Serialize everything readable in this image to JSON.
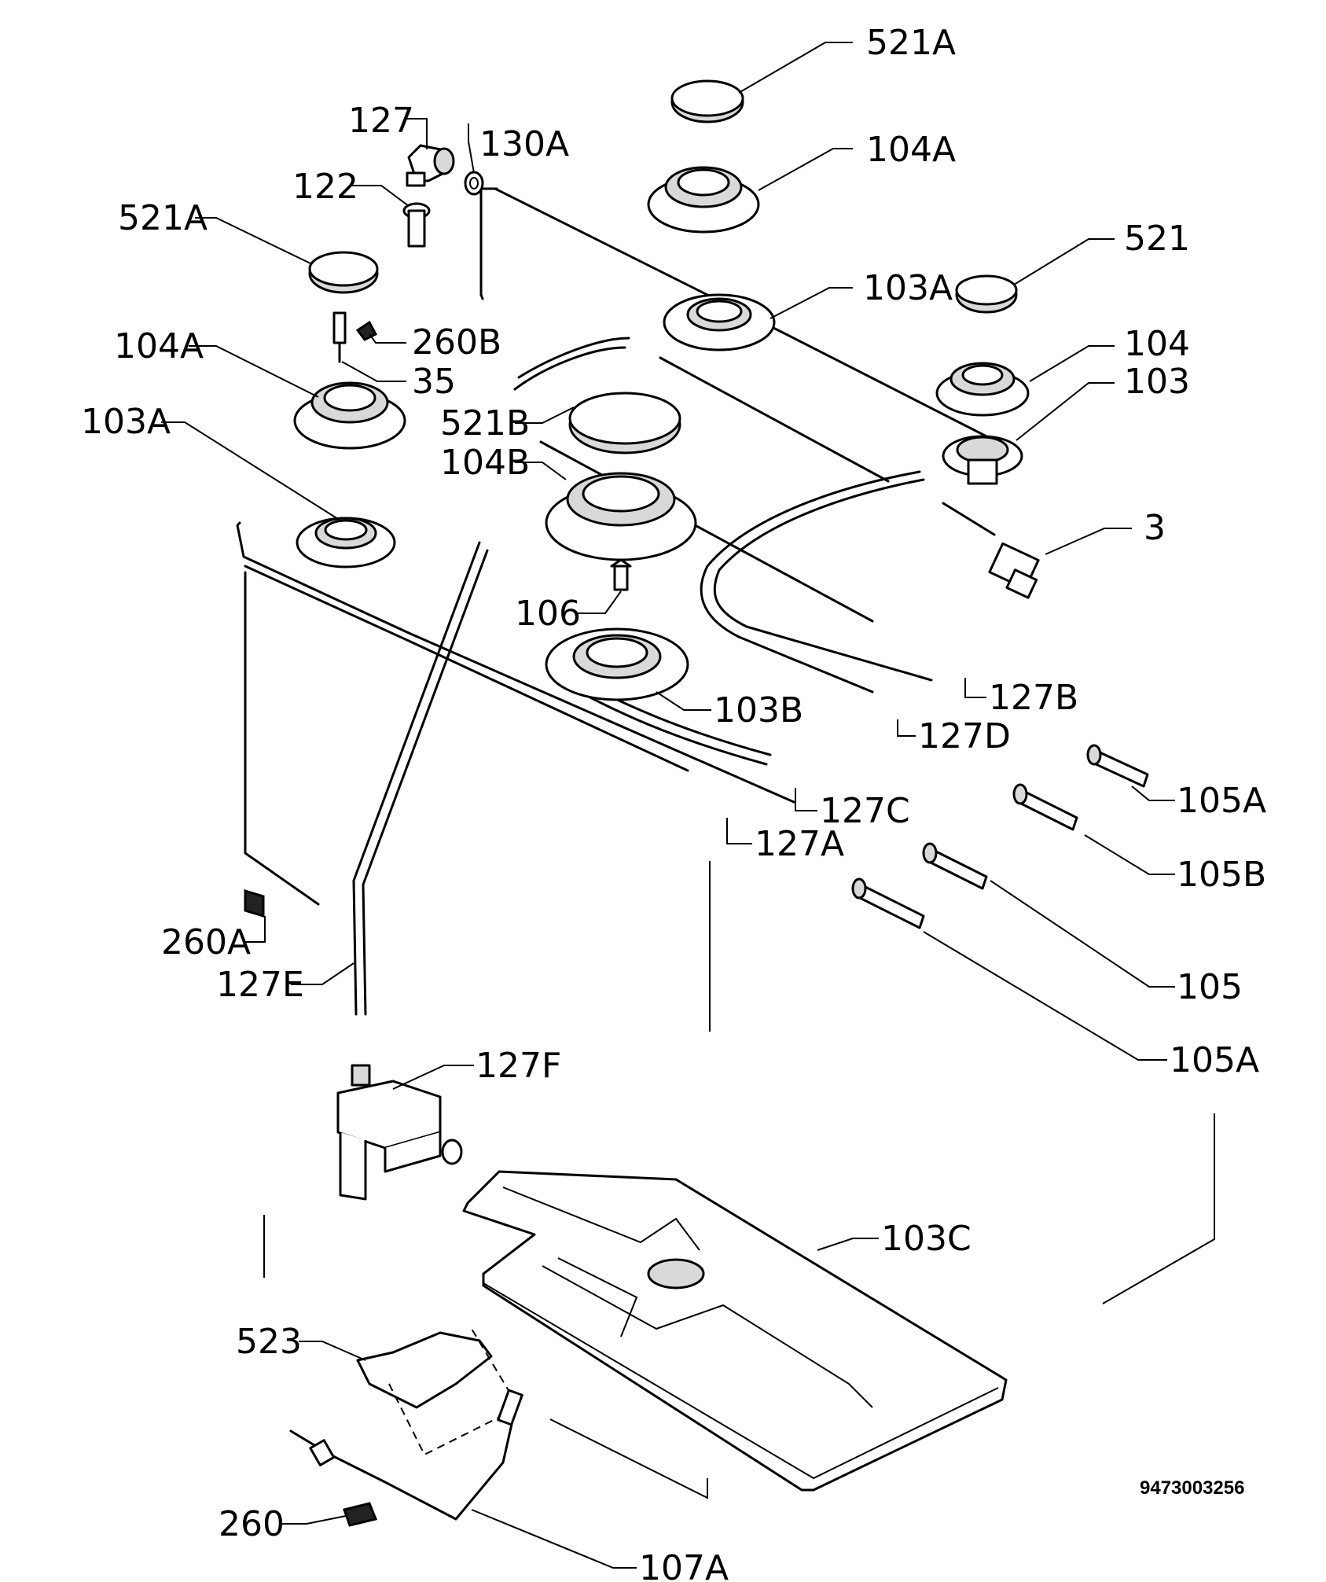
{
  "drawing_number": "9473003256",
  "callouts": {
    "c521a_top": "521A",
    "c104a_top": "104A",
    "c521": "521",
    "c103a_mid": "103A",
    "c104": "104",
    "c103": "103",
    "c3": "3",
    "c127": "127",
    "c130a": "130A",
    "c122": "122",
    "c521a_left": "521A",
    "c260b": "260B",
    "c35": "35",
    "c104a_left": "104A",
    "c103a_left": "103A",
    "c521b": "521B",
    "c104b": "104B",
    "c106": "106",
    "c103b": "103B",
    "c127b": "127B",
    "c127d": "127D",
    "c127c": "127C",
    "c127a": "127A",
    "c105a_top": "105A",
    "c105b": "105B",
    "c105": "105",
    "c105a_bottom": "105A",
    "c260a": "260A",
    "c127e": "127E",
    "c127f": "127F",
    "c103c": "103C",
    "c523": "523",
    "c260": "260",
    "c107a": "107A"
  }
}
